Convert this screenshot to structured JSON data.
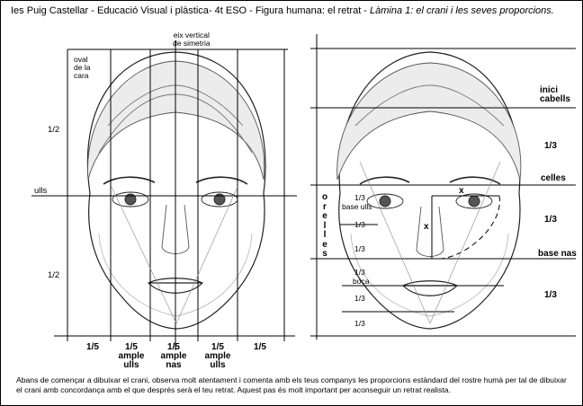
{
  "header": {
    "title_plain": "Ies Puig Castellar - Educació Visual i plàstica- 4t ESO - Figura humana: el retrat - ",
    "title_italic": "Làmina 1: el crani i les seves proporcions."
  },
  "left_panel": {
    "oval_label": "oval\nde la\ncara",
    "axis_label": "eix vertical\nde simetria",
    "half_top": "1/2",
    "eyes_label": "ulls",
    "half_bottom": "1/2",
    "fifths": [
      "1/5",
      "1/5\nample\nulls",
      "1/5\nample\nnas",
      "1/5\nample\nulls",
      "1/5"
    ]
  },
  "right_panel": {
    "hairline_label": "inici\ncabells",
    "third_1": "1/3",
    "brows_label": "celles",
    "third_2": "1/3",
    "nose_base_label": "base nas",
    "third_3": "1/3",
    "ears_letters": [
      "o",
      "r",
      "e",
      "l",
      "l",
      "e",
      "s"
    ],
    "inner_third_1": "1/3",
    "eye_base_label": "base ulls",
    "inner_third_2": "1/3",
    "inner_third_3": "1/3",
    "lower_third_1": "1/3",
    "mouth_label": "boca",
    "lower_third_2": "1/3",
    "lower_third_3": "1/3",
    "x_mark_1": "x",
    "x_mark_2": "x"
  },
  "caption": "Abans de començar a dibuixar el crani, observa molt atentament i comenta amb els teus companys les proporcions estàndard del rostre humà per tal de dibuixar el crani amb concordança amb el que després serà el teu retrat. Aquest pas és molt important per aconseguir un retrat realista."
}
